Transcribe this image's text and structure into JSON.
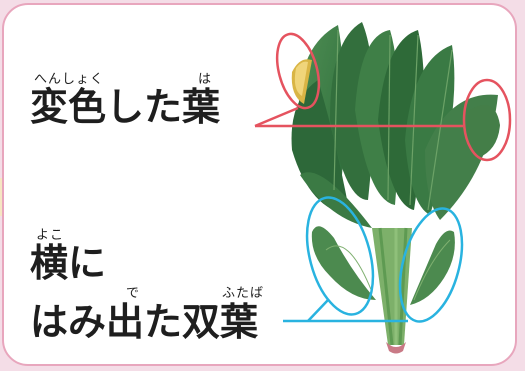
{
  "labels": {
    "discolored": {
      "ruby_henshoku": "へんしょく",
      "ruby_ha": "は",
      "text": "変色した葉"
    },
    "cotyledons": {
      "ruby_yoko": "よこ",
      "ruby_de": "で",
      "ruby_futaba": "ふたば",
      "line1": "横に",
      "line2": "はみ出た双葉"
    }
  },
  "colors": {
    "discolored_marker": "#e5535f",
    "cotyledon_marker": "#29b3e0",
    "leaf_dark": "#2f6f3c",
    "leaf_light": "#4f8e54",
    "card_border": "#e8a6bd",
    "background": "#f4dde7"
  }
}
